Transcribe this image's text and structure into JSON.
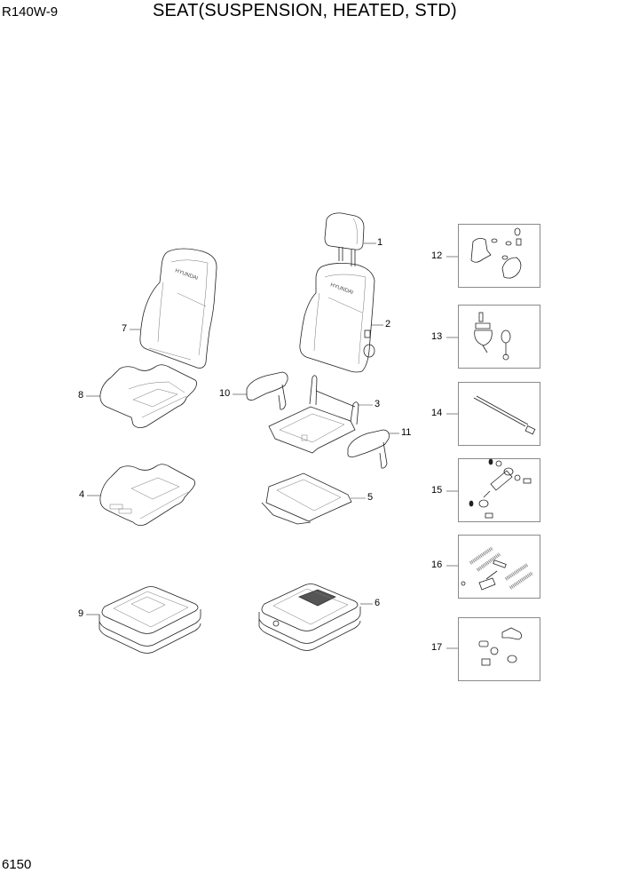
{
  "header": {
    "model": "R140W-9",
    "title": "SEAT(SUSPENSION, HEATED, STD)"
  },
  "footer": {
    "page_number": "6150"
  },
  "diagram": {
    "brand_text": "HYUNDAI",
    "parts": [
      {
        "no": "1",
        "component": "headrest"
      },
      {
        "no": "2",
        "component": "backrest-assembly"
      },
      {
        "no": "3",
        "component": "seat-frame"
      },
      {
        "no": "4",
        "component": "seat-cushion"
      },
      {
        "no": "5",
        "component": "cushion-frame"
      },
      {
        "no": "6",
        "component": "suspension-heated"
      },
      {
        "no": "7",
        "component": "backrest-cover"
      },
      {
        "no": "8",
        "component": "cushion-cover"
      },
      {
        "no": "9",
        "component": "suspension-base"
      },
      {
        "no": "10",
        "component": "armrest-left"
      },
      {
        "no": "11",
        "component": "armrest-right"
      },
      {
        "no": "12",
        "component": "lever-knob-kit"
      },
      {
        "no": "13",
        "component": "seat-belt-kit"
      },
      {
        "no": "14",
        "component": "cable-kit"
      },
      {
        "no": "15",
        "component": "shock-absorber-kit"
      },
      {
        "no": "16",
        "component": "spring-kit"
      },
      {
        "no": "17",
        "component": "small-parts-kit"
      }
    ]
  }
}
